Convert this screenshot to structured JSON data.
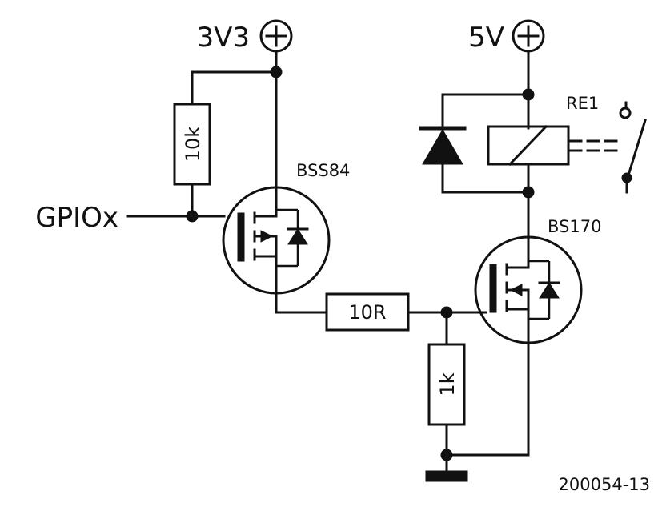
{
  "labels": {
    "supply_3v3": "3V3",
    "supply_5v": "5V",
    "gpio": "GPIOx",
    "p_mosfet": "BSS84",
    "n_mosfet": "BS170",
    "relay": "RE1",
    "pullup_resistor": "10k",
    "series_resistor": "10R",
    "pulldown_resistor": "1k",
    "figure_number": "200054-13"
  },
  "colors": {
    "ink": "#111111",
    "background": "#ffffff"
  }
}
